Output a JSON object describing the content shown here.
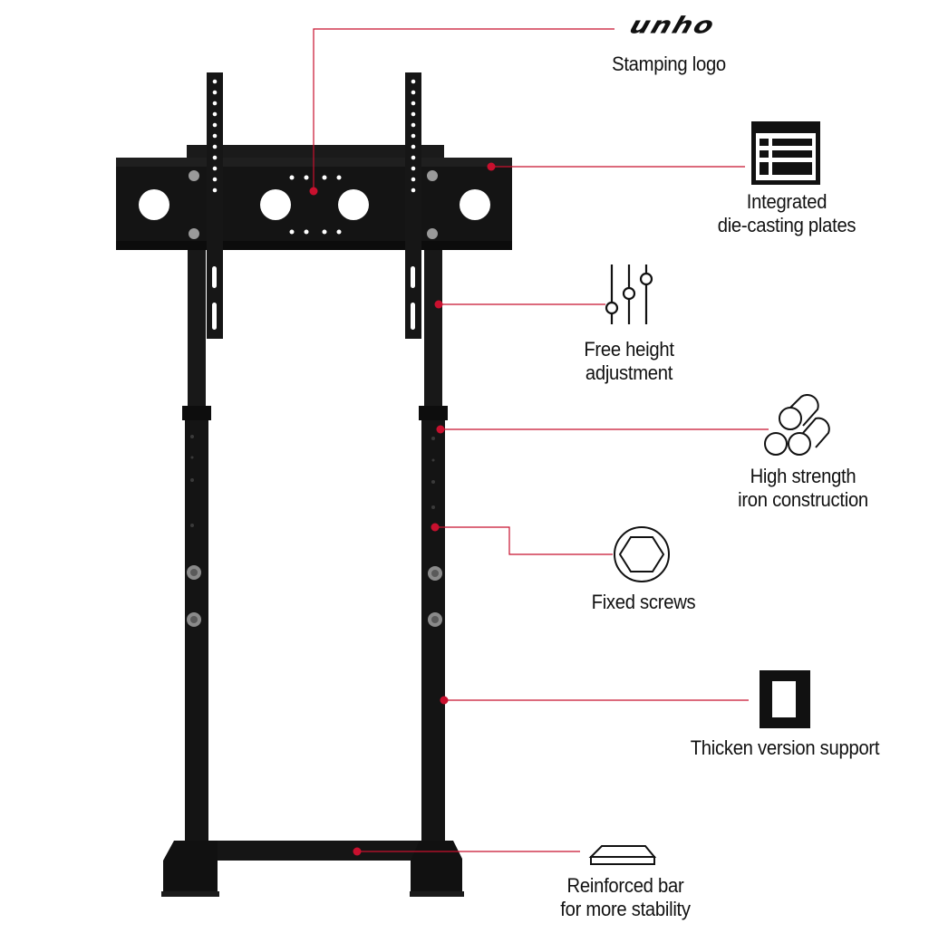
{
  "logo": {
    "text": "unho"
  },
  "callouts": [
    {
      "id": "stamping-logo",
      "lines": [
        "Stamping logo"
      ],
      "icon": "logo-wordmark-icon"
    },
    {
      "id": "die-casting",
      "lines": [
        "Integrated",
        "die-casting plates"
      ],
      "icon": "plate-icon"
    },
    {
      "id": "height",
      "lines": [
        "Free height",
        "adjustment"
      ],
      "icon": "sliders-icon"
    },
    {
      "id": "iron",
      "lines": [
        "High strength",
        "iron construction"
      ],
      "icon": "iron-bars-icon"
    },
    {
      "id": "screws",
      "lines": [
        "Fixed screws"
      ],
      "icon": "hex-screw-icon"
    },
    {
      "id": "thicken",
      "lines": [
        "Thicken version support"
      ],
      "icon": "thick-tube-icon"
    },
    {
      "id": "bar",
      "lines": [
        "Reinforced bar",
        "for more stability"
      ],
      "icon": "bar-icon"
    }
  ],
  "colors": {
    "leader": "#c8102e",
    "stand": "#121212",
    "icon": "#111111"
  }
}
